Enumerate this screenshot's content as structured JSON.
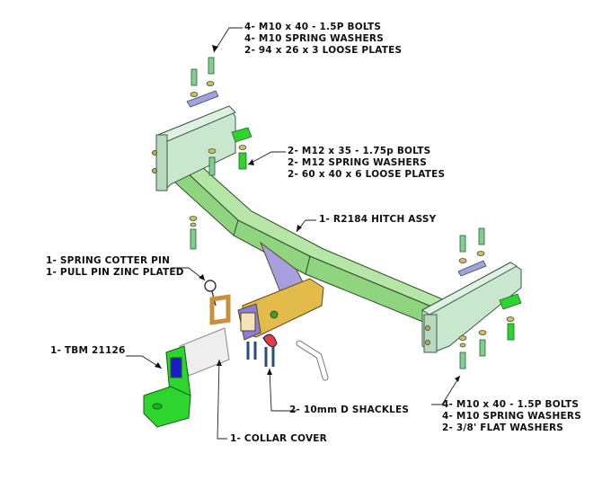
{
  "title": "R2184 Hitch Assembly Exploded Diagram",
  "callouts": {
    "top_bolts": {
      "lines": [
        "4- M10 x 40 - 1.5P BOLTS",
        "4- M10 SPRING WASHERS",
        "2- 94 x 26 x 3 LOOSE PLATES"
      ]
    },
    "mid_bolts": {
      "lines": [
        "2- M12 x 35 - 1.75p BOLTS",
        "2- M12 SPRING WASHERS",
        "2- 60 x 40 x 6 LOOSE PLATES"
      ]
    },
    "hitch_assy": {
      "lines": [
        "1- R2184 HITCH ASSY"
      ]
    },
    "pins": {
      "lines": [
        "1- SPRING COTTER PIN",
        "1- PULL PIN ZINC PLATED"
      ]
    },
    "tongue": {
      "lines": [
        "1- TBM 21126"
      ]
    },
    "shackles": {
      "lines": [
        "2- 10mm  D SHACKLES"
      ]
    },
    "collar": {
      "lines": [
        "1- COLLAR COVER"
      ]
    },
    "bottom_bolts": {
      "lines": [
        "4- M10 x 40 - 1.5P BOLTS",
        "4- M10 SPRING WASHERS",
        "2- 3/8' FLAT WASHERS"
      ]
    }
  },
  "colors": {
    "beam_green": "#8fd47f",
    "bracket": "#c9e6cf",
    "receiver_yellow": "#e3bb4a",
    "plate_purple": "#a49fe0",
    "tongue_green": "#2fd52f",
    "tongue_blue": "#1c1ccc",
    "collar_orange": "#c98f3a",
    "shackle_red": "#e83a4a",
    "shackle_blue": "#2a4e7a"
  }
}
